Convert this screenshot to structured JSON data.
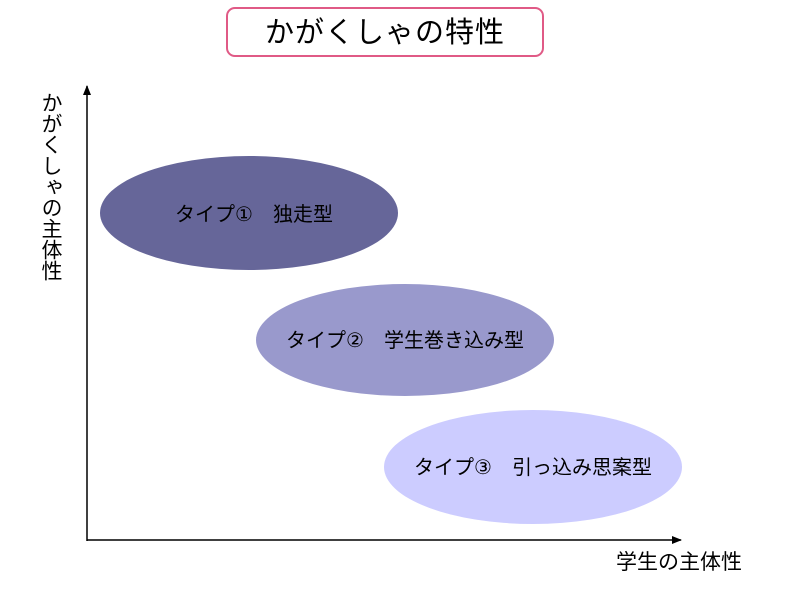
{
  "title": "かがくしゃの特性",
  "axes": {
    "y_label": "かがくしゃの主体性",
    "x_label": "学生の主体性"
  },
  "types": [
    {
      "label": "タイプ①　独走型",
      "color": "#666699"
    },
    {
      "label": "タイプ②　学生巻き込み型",
      "color": "#9999cc"
    },
    {
      "label": "タイプ③　引っ込み思案型",
      "color": "#ccccff"
    }
  ],
  "colors": {
    "title_border": "#e05a86",
    "axis": "#000000"
  }
}
